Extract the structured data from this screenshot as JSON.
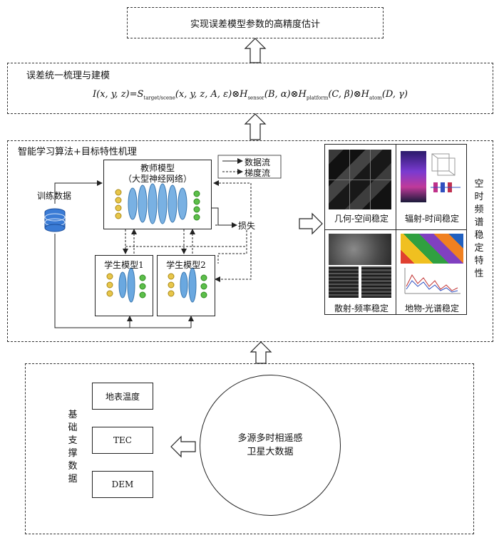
{
  "top_goal": "实现误差模型参数的高精度估计",
  "unified_model": {
    "title": "误差统一梳理与建模",
    "formula": {
      "lhs": "I(x, y, z)=S",
      "s_sub": "target/scene",
      "s_args": "(x, y, z, A, ε)⊗H",
      "h1_sub": "sensor",
      "h1_args": "(B, α)⊗H",
      "h2_sub": "platform",
      "h2_args": "(C, β)⊗H",
      "h3_sub": "atom",
      "h3_args": "(D, γ)"
    }
  },
  "mechanism": {
    "title": "智能学习算法+目标特性机理",
    "legend": {
      "data_flow": "数据流",
      "gradient_flow": "梯度流"
    },
    "teacher": {
      "line1": "教师模型",
      "line2": "（大型神经网络）"
    },
    "students": [
      "学生模型1",
      "学生模型2"
    ],
    "training_data": "训练数据",
    "loss": "损失"
  },
  "stability": {
    "panels": [
      "几何-空间稳定",
      "辐射-时间稳定",
      "散射-频率稳定",
      "地物-光谱稳定"
    ],
    "side_label": "空时频谱稳定特性"
  },
  "foundation": {
    "side_label": "基础支撑数据",
    "items": [
      "地表温度",
      "TEC",
      "DEM"
    ],
    "circle_line1": "多源多时相遥感",
    "circle_line2": "卫星大数据"
  }
}
